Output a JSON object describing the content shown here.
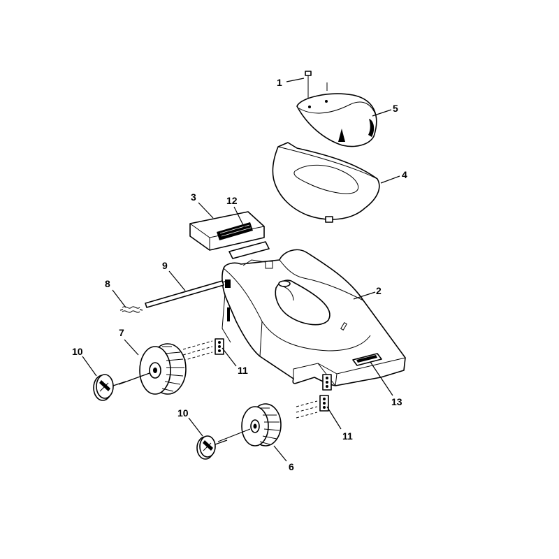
{
  "diagram": {
    "callouts": [
      {
        "id": "c1",
        "text": "1"
      },
      {
        "id": "c2",
        "text": "2"
      },
      {
        "id": "c3",
        "text": "3"
      },
      {
        "id": "c4",
        "text": "4"
      },
      {
        "id": "c5",
        "text": "5"
      },
      {
        "id": "c6",
        "text": "6"
      },
      {
        "id": "c7",
        "text": "7"
      },
      {
        "id": "c8",
        "text": "8"
      },
      {
        "id": "c9",
        "text": "9"
      },
      {
        "id": "c10a",
        "text": "10"
      },
      {
        "id": "c10b",
        "text": "10"
      },
      {
        "id": "c11a",
        "text": "11"
      },
      {
        "id": "c11b",
        "text": "11"
      },
      {
        "id": "c12",
        "text": "12"
      },
      {
        "id": "c13",
        "text": "13"
      }
    ]
  }
}
